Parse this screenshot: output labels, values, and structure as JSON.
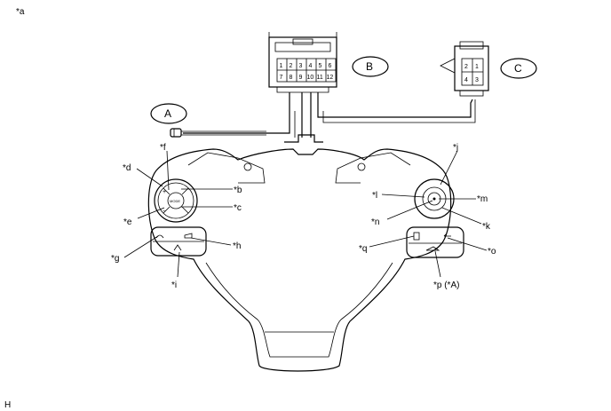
{
  "figure_id": "*a",
  "footer_code": "H",
  "callouts": {
    "A": "A",
    "B": "B",
    "C": "C"
  },
  "connector_B_pins": [
    "1",
    "2",
    "3",
    "4",
    "5",
    "6",
    "7",
    "8",
    "9",
    "10",
    "11",
    "12"
  ],
  "connector_C_pins": [
    "2",
    "1",
    "4",
    "3"
  ],
  "parts": {
    "b": "*b",
    "c": "*c",
    "d": "*d",
    "e": "*e",
    "f": "*f",
    "g": "*g",
    "h": "*h",
    "i": "*i",
    "j": "*j",
    "k": "*k",
    "l": "*l",
    "m": "*m",
    "n": "*n",
    "o": "*o",
    "p": "*p (*A)",
    "q": "*q"
  },
  "switch_text": {
    "mode": "MODE"
  }
}
